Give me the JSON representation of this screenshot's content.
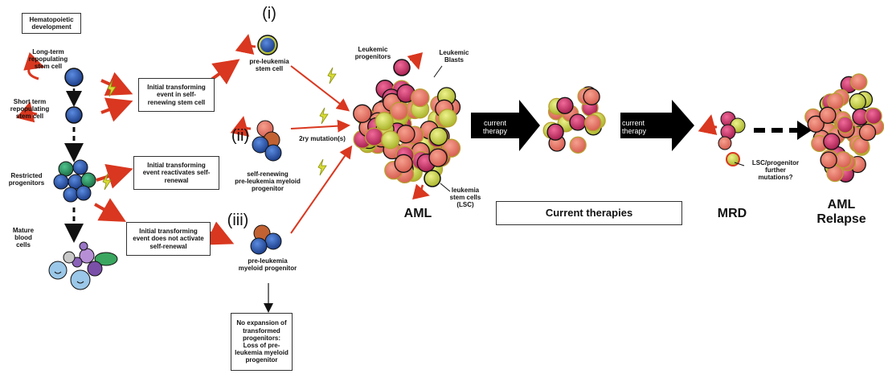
{
  "hematopoietic_title": "Hematopoietic\ndevelopment",
  "left_labels": {
    "lt_stem": "Long-term\nrepopulating\nstem cell",
    "st_stem": "Short term\nrepopulating\nstem cell",
    "restricted": "Restricted\nprogenitors",
    "mature": "Mature\nblood\ncells"
  },
  "event_boxes": {
    "self_renewing": "Initial transforming\nevent  in self-\nrenewing stem cell",
    "reactivates": "Initial transforming\nevent  reactivates self-\nrenewal",
    "not_activate": "Initial transforming\nevent does not activate\nself-renewal"
  },
  "paths": {
    "i": "(i)",
    "ii": "(ii)",
    "iii": "(iii)",
    "pre_leukemia_stem": "pre-leukemia\nstem cell",
    "self_renewing_progenitor": "self-renewing\npre-leukemia  myeloid\nprogenitor",
    "pre_leukemia_myeloid": "pre-leukemia\nmyeloid progenitor",
    "second_mutation": "2ry mutation(s)",
    "no_expansion": "No expansion of\ntransformed\nprogenitors:\nLoss of pre-\nleukemia myeloid\nprogenitor"
  },
  "aml_cluster": {
    "leukemic_progenitors": "Leukemic\nprogenitors",
    "leukemic_blasts": "Leukemic\nBlasts",
    "lsc": "leukemia\nstem cells\n(LSC)",
    "aml": "AML"
  },
  "therapy": {
    "arrow1": "current\ntherapy",
    "arrow2": "current\ntherapy",
    "banner": "Current therapies"
  },
  "outcomes": {
    "mrd": "MRD",
    "lsc_further": "LSC/progenitor\nfurther\nmutations?",
    "relapse": "AML\nRelapse"
  },
  "colors": {
    "stem_blue": "#2f5fb8",
    "leukemic_pink": "#d6417a",
    "leukemic_salmon": "#ef7f6e",
    "lsc_yellow": "#d9e05a",
    "red_arrow": "#d9371f",
    "green_cell": "#2e9c6a",
    "bolt": "#d8dc34"
  }
}
